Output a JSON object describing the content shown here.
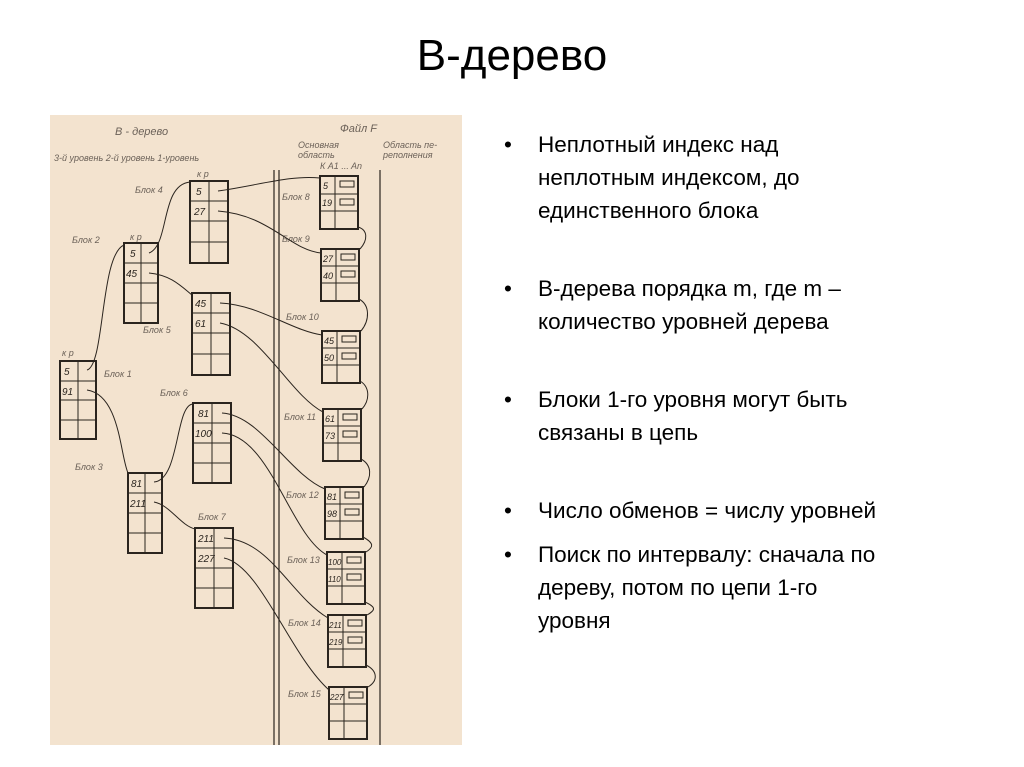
{
  "slide": {
    "title": "B-дерево"
  },
  "figure": {
    "headings": {
      "tree": "B - дерево",
      "file": "Файл F",
      "levels": "3-й уровень 2-й уровень 1-уровень",
      "main_area_1": "Основная",
      "main_area_2": "область",
      "main_area_cols": "К A1 ... An",
      "overflow_1": "Область пе-",
      "overflow_2": "реполнения",
      "kp": "к   р"
    },
    "index_blocks": [
      {
        "label": "Блок 1",
        "keys": [
          "5",
          "91"
        ]
      },
      {
        "label": "Блок 2",
        "keys": [
          "5",
          "45"
        ]
      },
      {
        "label": "Блок 3",
        "keys": [
          "81",
          "211"
        ]
      },
      {
        "label": "Блок 4",
        "keys": [
          "5",
          "27"
        ]
      },
      {
        "label": "Блок 5",
        "keys": [
          "45",
          "61"
        ]
      },
      {
        "label": "Блок 6",
        "keys": [
          "81",
          "100"
        ]
      },
      {
        "label": "Блок 7",
        "keys": [
          "211",
          "227"
        ]
      }
    ],
    "data_blocks": [
      {
        "label": "Блок 8",
        "keys": [
          "5",
          "19"
        ]
      },
      {
        "label": "Блок 9",
        "keys": [
          "27",
          "40"
        ]
      },
      {
        "label": "Блок 10",
        "keys": [
          "45",
          "50"
        ]
      },
      {
        "label": "Блок 11",
        "keys": [
          "61",
          "73"
        ]
      },
      {
        "label": "Блок 12",
        "keys": [
          "81",
          "98"
        ]
      },
      {
        "label": "Блок 13",
        "keys": [
          "100",
          "110"
        ]
      },
      {
        "label": "Блок 14",
        "keys": [
          "211",
          "219"
        ]
      },
      {
        "label": "Блок 15",
        "keys": [
          "227"
        ]
      }
    ]
  },
  "bullets": [
    {
      "icon": "•",
      "lines": [
        "Неплотный индекс над",
        "неплотным индексом, до",
        "единственного блока"
      ]
    },
    {
      "icon": "•",
      "lines": [
        "B-дерева порядка m, где m –",
        "количество уровней дерева"
      ]
    },
    {
      "icon": "•",
      "lines": [
        "Блоки 1-го уровня могут быть",
        "связаны в цепь"
      ]
    },
    {
      "icon": "•",
      "lines": [
        "Число обменов = числу уровней"
      ]
    },
    {
      "icon": "•",
      "lines": [
        "Поиск по интервалу: сначала по",
        "дереву, потом по цепи 1-го",
        "уровня"
      ]
    }
  ],
  "colors": {
    "paper": "#f3e3cf",
    "ink": "#2a241e",
    "faint_ink": "#6b6158"
  }
}
